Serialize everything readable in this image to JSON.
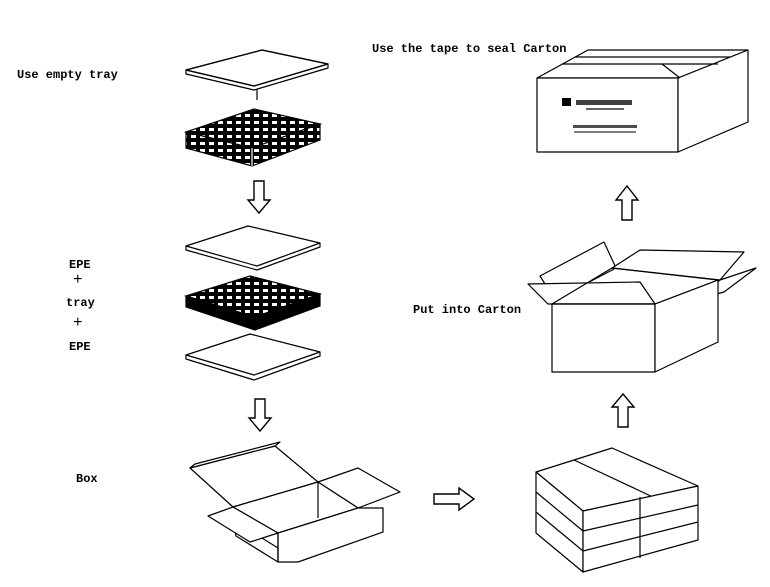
{
  "labels": {
    "use_empty_tray": "Use empty tray",
    "epe_top": "EPE",
    "plus_1": "+",
    "tray": "tray",
    "plus_2": "+",
    "epe_bottom": "EPE",
    "box": "Box",
    "put_into_carton": "Put into Carton",
    "seal_carton": "Use the tape to seal Carton"
  },
  "colors": {
    "ink": "#000000",
    "background": "#ffffff"
  },
  "icons": [
    "arrow-down-icon",
    "arrow-right-icon",
    "arrow-up-icon"
  ]
}
